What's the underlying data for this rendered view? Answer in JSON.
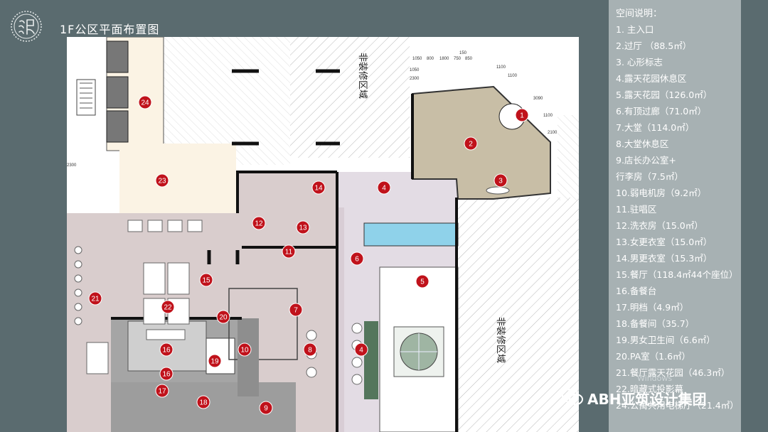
{
  "slide": {
    "title": "1F公区平面布置图",
    "logo_icon": "seal-logo-icon",
    "colors": {
      "background": "#5a6b6f",
      "legend": "#a7b1b3",
      "marker": "#c0121b",
      "hall": "#d8cccc",
      "lobby": "#c9bfa6",
      "grey_zone": "#a8a8a8",
      "water": "#8fd2ea"
    }
  },
  "legend": {
    "title": "空间说明：",
    "items": [
      "1. 主入口",
      "2.过厅 （88.5㎡）",
      "3. 心形标志",
      "4.露天花园休息区",
      "5.露天花园（126.0㎡）",
      "6.有顶过廊（71.0㎡）",
      "7.大堂（114.0㎡）",
      "8.大堂休息区",
      "9.店长办公室+",
      "行李房（7.5㎡）",
      "10.弱电机房（9.2㎡）",
      "11.驻唱区",
      "12.洗衣房（15.0㎡）",
      "13.女更衣室（15.0㎡）",
      "14.男更衣室（15.3㎡）",
      "15.餐厅（118.4㎡44个座位）",
      "16.备餐台",
      "17.明档（4.9㎡）",
      "18.备餐间（35.7）",
      "19.男女卫生间（6.6㎡）",
      "20.PA室（1.6㎡）",
      "21.餐厅露天花园（46.3㎡）",
      "22.暗藏式投影幕",
      "24.公寓共用电梯厅（21.4㎡）"
    ]
  },
  "plan": {
    "zone_labels": [
      "非装修区域",
      "非装修区域"
    ],
    "markers": [
      "1",
      "2",
      "3",
      "4",
      "4",
      "5",
      "6",
      "7",
      "8",
      "9",
      "10",
      "11",
      "12",
      "13",
      "14",
      "15",
      "16",
      "16",
      "17",
      "18",
      "19",
      "20",
      "21",
      "22",
      "23",
      "24"
    ],
    "dimensions": [
      "150",
      "1050",
      "800",
      "1800",
      "750",
      "850",
      "1050",
      "2300",
      "2300",
      "1100",
      "1100",
      "3090",
      "1100",
      "2100"
    ]
  },
  "watermark": {
    "brand": "ABH亚筑设计集团",
    "system_text": "Windows"
  }
}
